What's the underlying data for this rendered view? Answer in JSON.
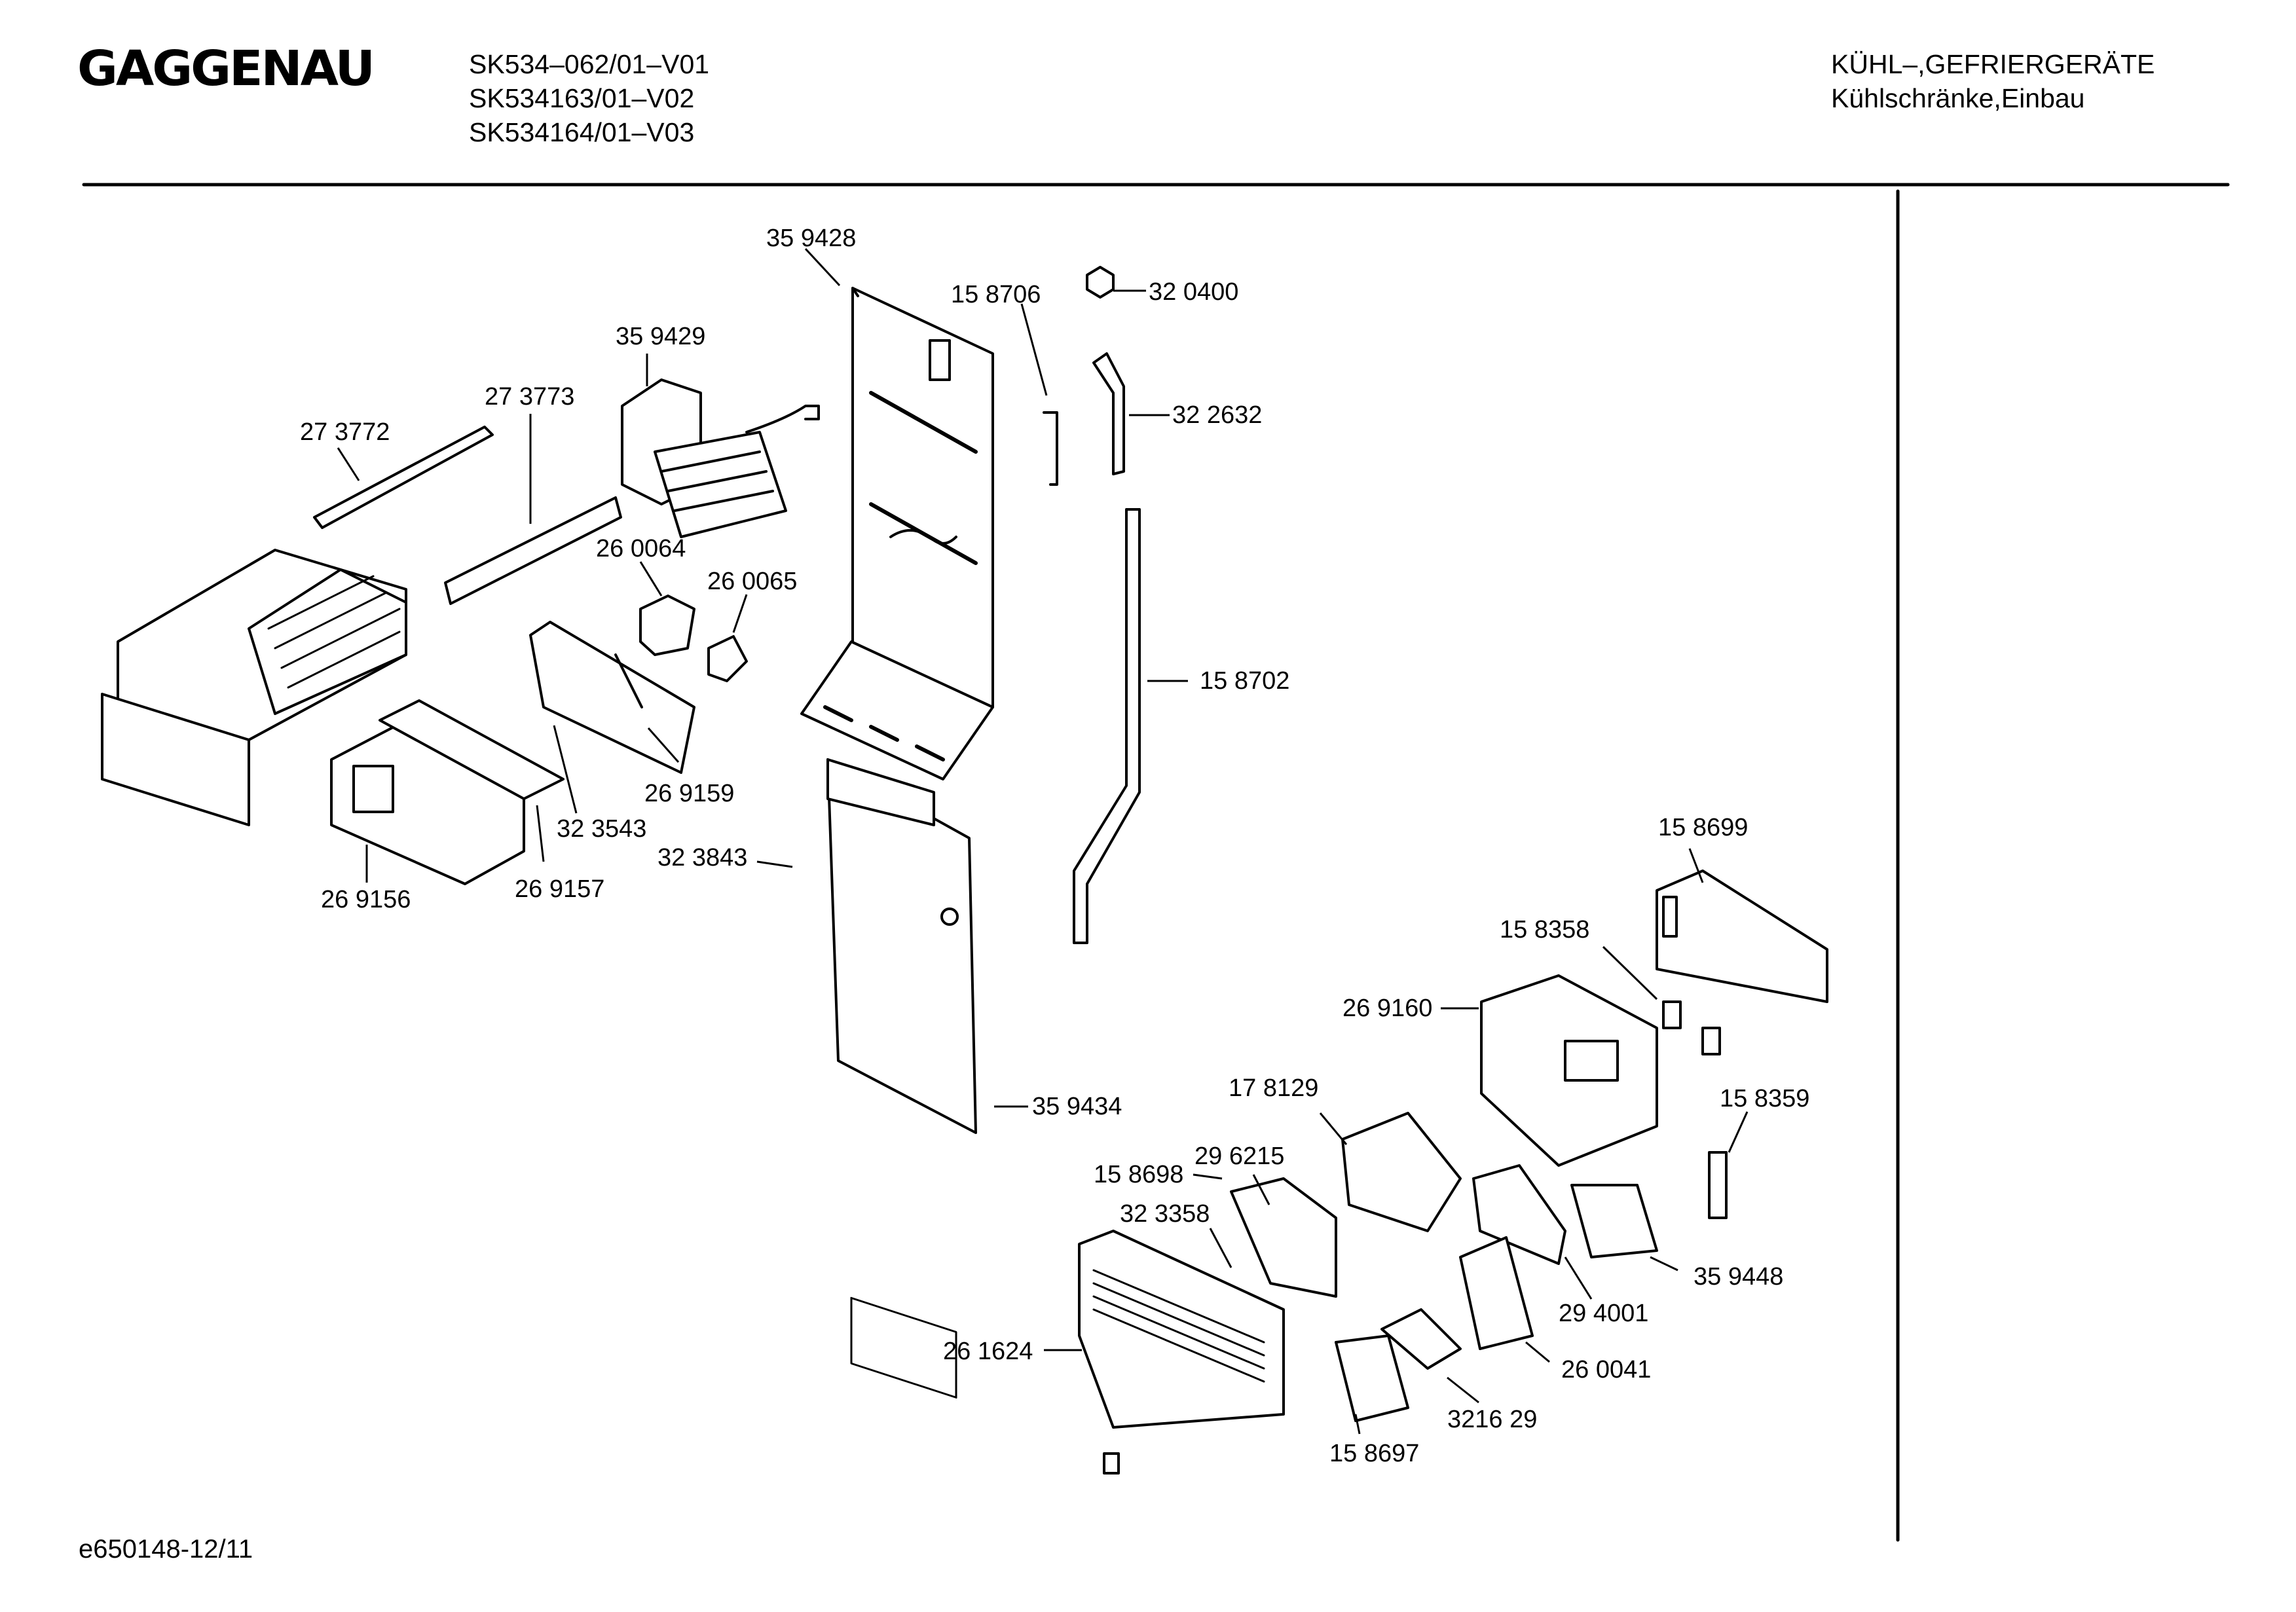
{
  "header": {
    "brand": "GAGGENAU",
    "models": [
      "SK534–062/01–V01",
      "SK534163/01–V02",
      "SK534164/01–V03"
    ],
    "category_line1": "KÜHL–,GEFRIERGERÄTE",
    "category_line2": "Kühlschränke,Einbau"
  },
  "footer": {
    "doc_id": "e650148-12/11"
  },
  "parts": [
    "35 9428",
    "15 8706",
    "32 0400",
    "35 9429",
    "27 3773",
    "32 2632",
    "27 3772",
    "26 0064",
    "26 0065",
    "15 8702",
    "26 9159",
    "32 3543",
    "32 3843",
    "26 9156",
    "26 9157",
    "15 8699",
    "15 8358",
    "26 9160",
    "35 9434",
    "17 8129",
    "15 8359",
    "29 6215",
    "15 8698",
    "32 3358",
    "35 9448",
    "29 4001",
    "26 1624",
    "26 0041",
    "3216 29",
    "15 8697"
  ]
}
